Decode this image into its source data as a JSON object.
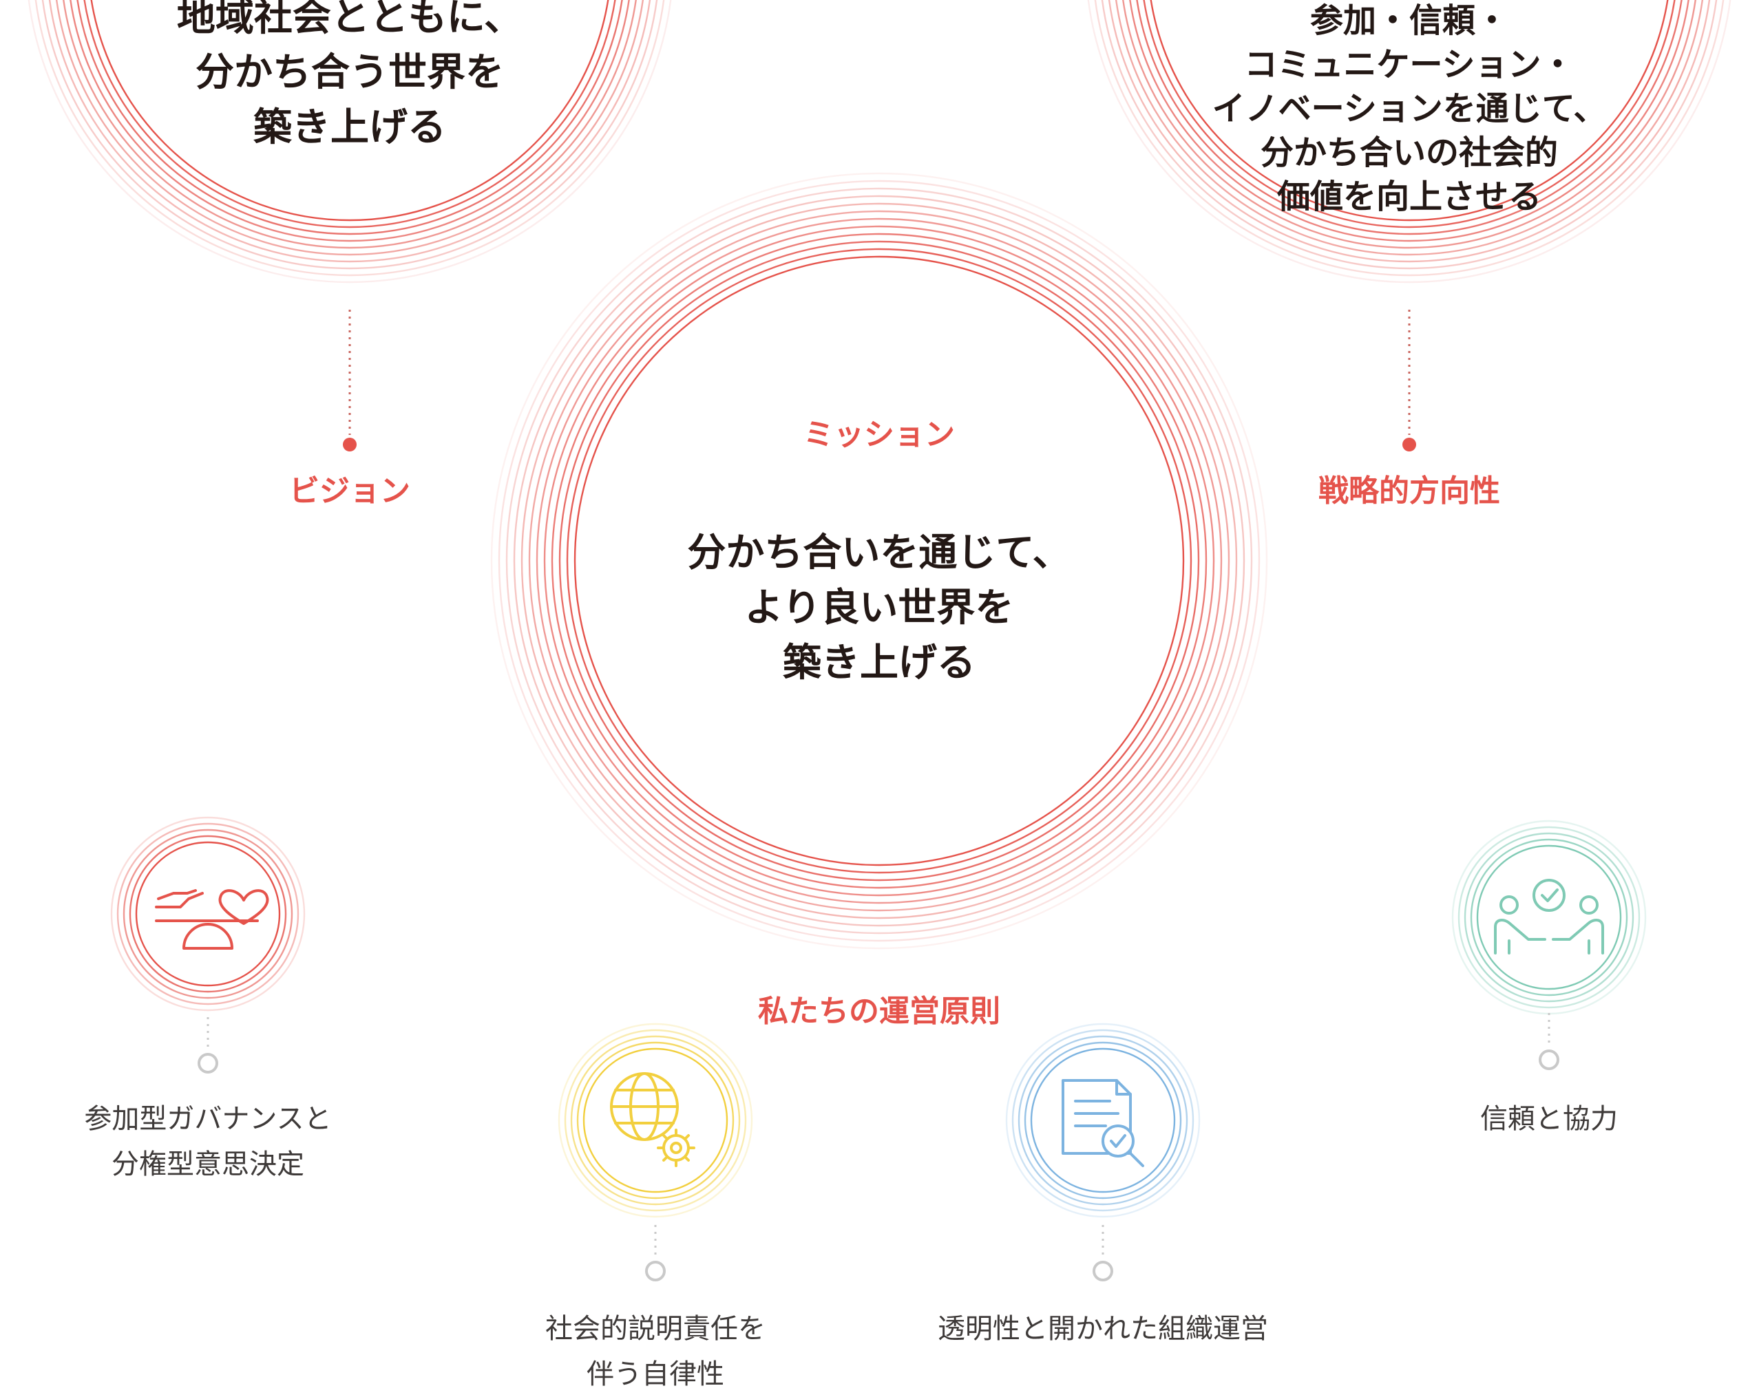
{
  "vision": {
    "heading": "ビジョン",
    "statement": "地域社会とともに、\n分かち合う世界を\n築き上げる"
  },
  "mission": {
    "heading": "ミッション",
    "statement": "分かち合いを通じて、\nより良い世界を\n築き上げる"
  },
  "strategy": {
    "heading": "戦略的方向性",
    "statement": "参加・信頼・\nコミュニケーション・\nイノベーションを通じて、\n分かち合いの社会的\n価値を向上させる"
  },
  "principles": {
    "heading": "私たちの運営原則",
    "items": [
      {
        "label": "参加型ガバナンスと\n分権型意思決定",
        "icon": "hand-heart-scale-icon",
        "color": "#e5534b"
      },
      {
        "label": "社会的説明責任を\n伴う自律性",
        "icon": "globe-gear-icon",
        "color": "#f2cf3e"
      },
      {
        "label": "透明性と開かれた組織運営",
        "icon": "document-search-icon",
        "color": "#7cb3e0"
      },
      {
        "label": "信頼と協力",
        "icon": "people-handshake-icon",
        "color": "#7fcab4"
      }
    ]
  },
  "colors": {
    "accent": "#e5534b",
    "text": "#231815",
    "connector": "#c9c9c9"
  }
}
